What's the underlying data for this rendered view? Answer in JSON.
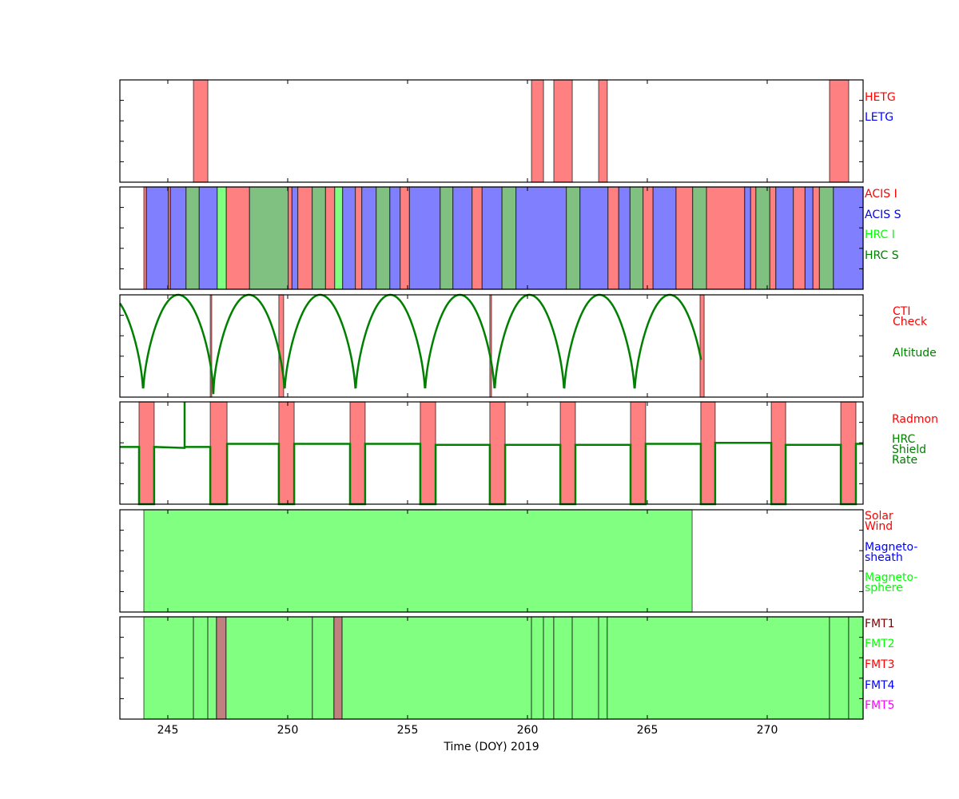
{
  "chart_data": {
    "type": "timeline",
    "xlabel": "Time (DOY) 2019",
    "xlim": [
      243.0,
      274.0
    ],
    "xticks": [
      245,
      250,
      255,
      260,
      265,
      270
    ],
    "colors": {
      "red": "#ff0000",
      "blue": "#0000ff",
      "lime": "#00ff00",
      "green": "#008000",
      "darkred": "#800000",
      "magenta": "#ff00ff"
    },
    "fills": {
      "red": "#ff8080",
      "blue": "#8080ff",
      "lime": "#80ff80",
      "green": "#80c080",
      "darkred": "#c08080"
    },
    "panels": [
      {
        "name": "grating",
        "legend": [
          {
            "label": "HETG",
            "color": "red"
          },
          {
            "label": "LETG",
            "color": "blue"
          }
        ],
        "intervals": [
          [
            246.07,
            246.67,
            "red"
          ],
          [
            260.17,
            260.67,
            "red"
          ],
          [
            261.1,
            261.87,
            "red"
          ],
          [
            262.97,
            263.33,
            "red"
          ],
          [
            272.6,
            273.4,
            "red"
          ]
        ]
      },
      {
        "name": "instrument",
        "legend": [
          {
            "label": "ACIS I",
            "color": "red"
          },
          {
            "label": "ACIS S",
            "color": "blue"
          },
          {
            "label": "HRC I",
            "color": "lime"
          },
          {
            "label": "HRC S",
            "color": "green"
          }
        ],
        "intervals": [
          [
            244.0,
            244.11,
            "red"
          ],
          [
            244.11,
            245.02,
            "blue"
          ],
          [
            245.02,
            245.11,
            "red"
          ],
          [
            245.11,
            245.76,
            "blue"
          ],
          [
            245.76,
            246.31,
            "green"
          ],
          [
            246.31,
            247.06,
            "blue"
          ],
          [
            247.06,
            247.44,
            "lime"
          ],
          [
            247.44,
            248.41,
            "red"
          ],
          [
            248.41,
            250.02,
            "green"
          ],
          [
            250.02,
            250.18,
            "red"
          ],
          [
            250.18,
            250.42,
            "blue"
          ],
          [
            250.42,
            251.02,
            "red"
          ],
          [
            251.02,
            251.58,
            "green"
          ],
          [
            251.58,
            251.96,
            "red"
          ],
          [
            251.96,
            252.29,
            "lime"
          ],
          [
            252.29,
            252.82,
            "blue"
          ],
          [
            252.82,
            253.09,
            "red"
          ],
          [
            253.09,
            253.69,
            "blue"
          ],
          [
            253.69,
            254.26,
            "green"
          ],
          [
            254.26,
            254.69,
            "blue"
          ],
          [
            254.69,
            255.08,
            "red"
          ],
          [
            255.08,
            256.36,
            "blue"
          ],
          [
            256.36,
            256.89,
            "green"
          ],
          [
            256.89,
            257.69,
            "blue"
          ],
          [
            257.69,
            258.11,
            "red"
          ],
          [
            258.11,
            258.94,
            "blue"
          ],
          [
            258.94,
            259.52,
            "green"
          ],
          [
            259.52,
            261.62,
            "blue"
          ],
          [
            261.62,
            262.19,
            "green"
          ],
          [
            262.19,
            263.36,
            "blue"
          ],
          [
            263.36,
            263.81,
            "red"
          ],
          [
            263.81,
            264.28,
            "blue"
          ],
          [
            264.28,
            264.82,
            "green"
          ],
          [
            264.82,
            265.24,
            "red"
          ],
          [
            265.24,
            266.2,
            "blue"
          ],
          [
            266.2,
            266.89,
            "red"
          ],
          [
            266.89,
            267.47,
            "green"
          ],
          [
            267.47,
            269.06,
            "red"
          ],
          [
            269.06,
            269.31,
            "blue"
          ],
          [
            269.31,
            269.53,
            "red"
          ],
          [
            269.53,
            270.11,
            "green"
          ],
          [
            270.11,
            270.36,
            "red"
          ],
          [
            270.36,
            271.09,
            "blue"
          ],
          [
            271.09,
            271.58,
            "red"
          ],
          [
            271.58,
            271.91,
            "blue"
          ],
          [
            271.91,
            272.18,
            "red"
          ],
          [
            272.18,
            272.76,
            "green"
          ],
          [
            272.76,
            274.0,
            "blue"
          ]
        ]
      },
      {
        "name": "altitude",
        "legend": [
          {
            "label": "CTI",
            "color": "red"
          },
          {
            "label": "Check",
            "color": "red"
          },
          {
            "label": "Altitude",
            "color": "green"
          }
        ],
        "intervals": [
          [
            246.77,
            246.83,
            "red"
          ],
          [
            249.63,
            249.83,
            "red"
          ],
          [
            258.43,
            258.5,
            "red"
          ],
          [
            267.2,
            267.37,
            "red"
          ]
        ],
        "altitude_minima": [
          241.04,
          243.97,
          246.9,
          249.87,
          252.83,
          255.73,
          258.63,
          261.53,
          264.47,
          267.4
        ],
        "altitude_end": 267.25,
        "altitude_min_level": 0.03
      },
      {
        "name": "radiation",
        "legend": [
          {
            "label": "Radmon",
            "color": "red"
          },
          {
            "label": "HRC",
            "color": "green"
          },
          {
            "label": "Shield",
            "color": "green"
          },
          {
            "label": "Rate",
            "color": "green"
          }
        ],
        "intervals": [
          [
            243.8,
            244.43,
            "red"
          ],
          [
            246.77,
            247.47,
            "red"
          ],
          [
            249.63,
            250.27,
            "red"
          ],
          [
            252.6,
            253.23,
            "red"
          ],
          [
            255.53,
            256.17,
            "red"
          ],
          [
            258.43,
            259.07,
            "red"
          ],
          [
            261.37,
            262.0,
            "red"
          ],
          [
            264.3,
            264.93,
            "red"
          ],
          [
            267.23,
            267.83,
            "red"
          ],
          [
            270.17,
            270.77,
            "red"
          ],
          [
            273.07,
            273.7,
            "red"
          ]
        ],
        "shield_levels": [
          0.56,
          0.56,
          0.59,
          0.59,
          0.59,
          0.58,
          0.58,
          0.58,
          0.59,
          0.6,
          0.58,
          0.59
        ],
        "shield_spike": [
          245.7,
          0.55,
          1.0
        ]
      },
      {
        "name": "region",
        "legend": [
          {
            "label": "Solar",
            "color": "red"
          },
          {
            "label": "Wind",
            "color": "red"
          },
          {
            "label": "Magneto-",
            "color": "blue"
          },
          {
            "label": "sheath",
            "color": "blue"
          },
          {
            "label": "Magneto-",
            "color": "lime"
          },
          {
            "label": "sphere",
            "color": "lime"
          }
        ],
        "intervals": [
          [
            244.0,
            266.87,
            "lime"
          ]
        ]
      },
      {
        "name": "format",
        "legend": [
          {
            "label": "FMT1",
            "color": "darkred"
          },
          {
            "label": "FMT2",
            "color": "lime"
          },
          {
            "label": "FMT3",
            "color": "red"
          },
          {
            "label": "FMT4",
            "color": "blue"
          },
          {
            "label": "FMT5",
            "color": "magenta"
          }
        ],
        "intervals": [
          [
            244.0,
            246.07,
            "lime"
          ],
          [
            246.07,
            246.67,
            "lime"
          ],
          [
            246.67,
            247.03,
            "lime"
          ],
          [
            247.03,
            247.43,
            "darkred"
          ],
          [
            247.43,
            251.03,
            "lime"
          ],
          [
            251.03,
            251.93,
            "lime"
          ],
          [
            251.93,
            252.27,
            "darkred"
          ],
          [
            252.27,
            260.17,
            "lime"
          ],
          [
            260.17,
            260.67,
            "lime"
          ],
          [
            260.67,
            261.1,
            "lime"
          ],
          [
            261.1,
            261.87,
            "lime"
          ],
          [
            261.87,
            262.97,
            "lime"
          ],
          [
            262.97,
            263.33,
            "lime"
          ],
          [
            263.33,
            272.6,
            "lime"
          ],
          [
            272.6,
            273.4,
            "lime"
          ],
          [
            273.4,
            274.0,
            "lime"
          ]
        ]
      }
    ]
  }
}
